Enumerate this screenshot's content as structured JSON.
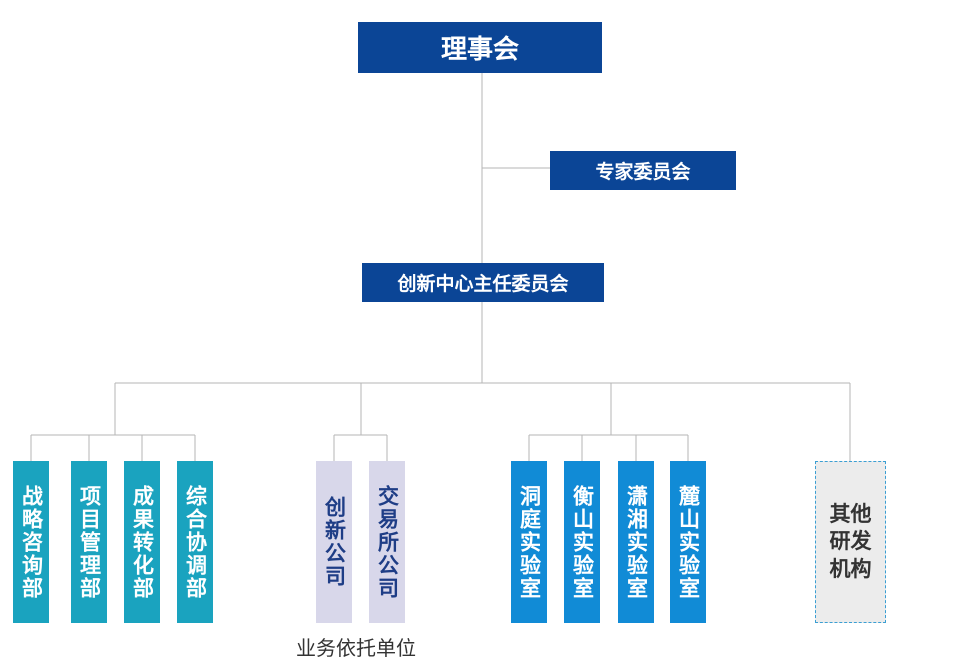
{
  "board": "理事会",
  "expert": "专家委员会",
  "director": "创新中心主任委员会",
  "departments": [
    "战略咨询部",
    "项目管理部",
    "成果转化部",
    "综合协调部"
  ],
  "support": [
    "创新公司",
    "交易所公司"
  ],
  "support_caption": "业务依托单位",
  "labs": [
    "洞庭实验室",
    "衡山实验室",
    "潇湘实验室",
    "麓山实验室"
  ],
  "other": "其他研发机构",
  "colors": {
    "navy": "#0b4596",
    "teal": "#1aa3bf",
    "blue": "#118bd6",
    "lavender": "#d8d7ea",
    "gray": "#ececec",
    "line": "#b5b5b5"
  }
}
